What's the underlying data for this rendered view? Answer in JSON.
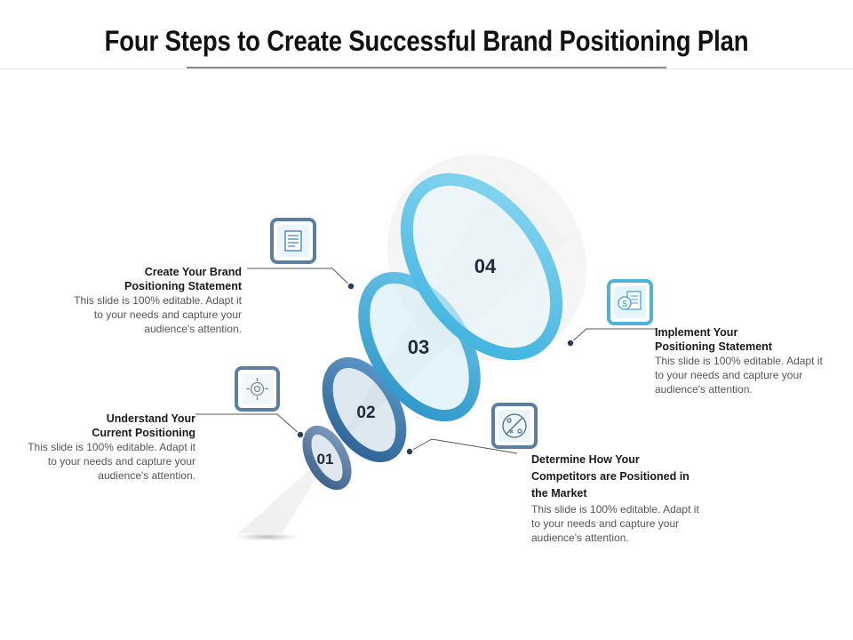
{
  "title": "Four Steps to Create Successful Brand Positioning Plan",
  "colors": {
    "ring_01": "#5b7fa6",
    "ring_02": "#3f7cb0",
    "ring_03": "#3aa7d6",
    "ring_04": "#55c2e6",
    "icon_border": "#5a7fa3"
  },
  "steps": [
    {
      "number": "01",
      "heading_line1": "Understand Your",
      "heading_line2": "Current Positioning",
      "desc_line1": "This slide is 100% editable. Adapt it",
      "desc_line2": "to your needs and capture your",
      "desc_line3": "audience's attention.",
      "icon": "target-crosshair-icon"
    },
    {
      "number": "02",
      "heading_line1": "Determine How Your",
      "heading_line2": "Competitors are Positioned in",
      "heading_line3": "the Market",
      "desc_line1": "This slide is 100% editable. Adapt it",
      "desc_line2": "to your needs and capture your",
      "desc_line3": "audience's attention.",
      "icon": "strategy-board-icon"
    },
    {
      "number": "03",
      "heading_line1": "Create Your Brand",
      "heading_line2": "Positioning Statement",
      "desc_line1": "This slide is 100% editable. Adapt it",
      "desc_line2": "to your needs and capture your",
      "desc_line3": "audience's attention.",
      "icon": "document-list-icon"
    },
    {
      "number": "04",
      "heading_line1": "Implement Your",
      "heading_line2": "Positioning Statement",
      "desc_line1": "This slide is 100% editable. Adapt it",
      "desc_line2": "to your needs and capture your",
      "desc_line3": "audience's attention.",
      "icon": "dollar-document-icon"
    }
  ]
}
